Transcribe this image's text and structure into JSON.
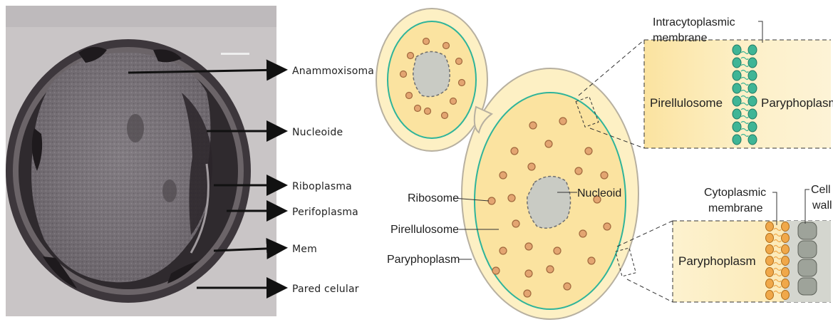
{
  "micrograph": {
    "labels": [
      "Anammoxisoma",
      "Nucleoide",
      "Riboplasma",
      "Perifoplasma",
      "Mem",
      "Pared celular"
    ]
  },
  "diagram": {
    "cell_labels": {
      "ribosome": "Ribosome",
      "pirellulosome": "Pirellulosome",
      "paryphoplasm": "Paryphoplasm",
      "nucleoid": "Nucleoid"
    },
    "top_inset": {
      "membrane_line1": "Intracytoplasmic",
      "membrane_line2": "membrane",
      "left_region": "Pirellulosome",
      "right_region": "Paryphoplasm"
    },
    "bottom_inset": {
      "membrane_line1": "Cytoplasmic",
      "membrane_line2": "membrane",
      "wall_line1": "Cell",
      "wall_line2": "wall",
      "left_region": "Paryphoplasm"
    }
  },
  "colors": {
    "cytoplasm": "#fbe3a0",
    "cell_fill": "#fdf0c4",
    "membrane_teal": "#2fb49a",
    "ribosome": "#e3a571",
    "nucleoid": "#c9cbc4",
    "cell_wall": "#9ea39a"
  }
}
